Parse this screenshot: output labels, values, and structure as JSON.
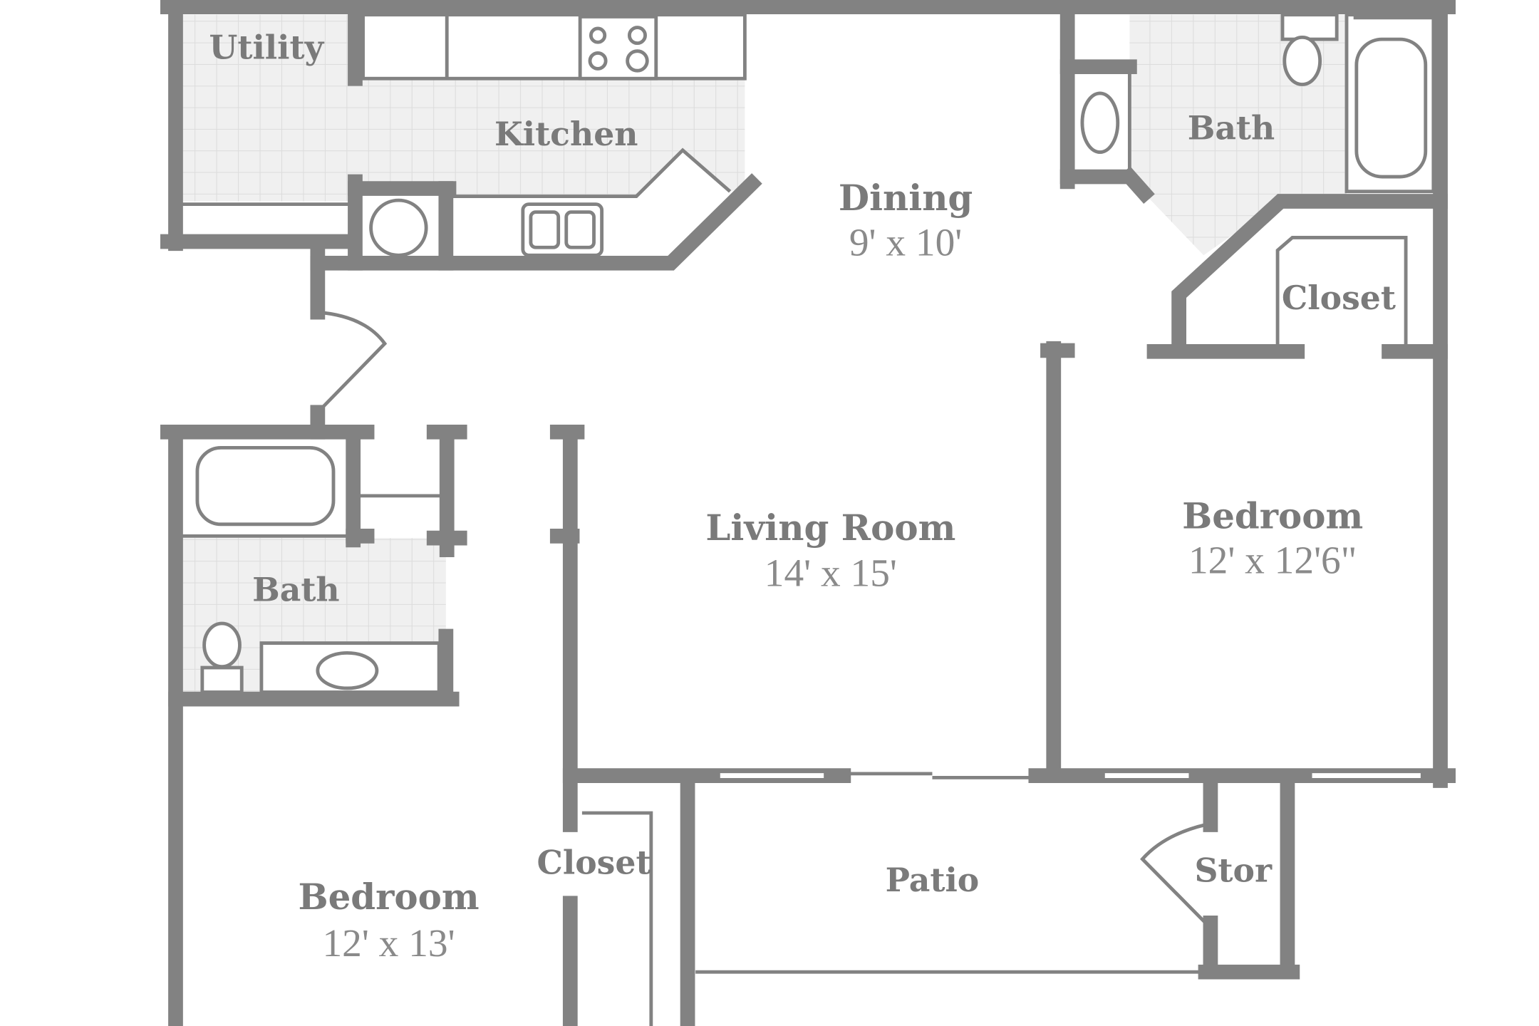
{
  "colors": {
    "wall": "#828282",
    "text": "#7a7a7a",
    "tile": "#f0f0f0"
  },
  "rooms": {
    "utility": {
      "name": "Utility"
    },
    "kitchen": {
      "name": "Kitchen"
    },
    "dining": {
      "name": "Dining",
      "size": "9' x 10'"
    },
    "bath_top": {
      "name": "Bath"
    },
    "closet_top": {
      "name": "Closet"
    },
    "living": {
      "name": "Living Room",
      "size": "14' x 15'"
    },
    "bedroom_right": {
      "name": "Bedroom",
      "size": "12' x 12'6\""
    },
    "bath_left": {
      "name": "Bath"
    },
    "closet_left": {
      "name": "Closet"
    },
    "patio": {
      "name": "Patio"
    },
    "storage": {
      "name": "Stor"
    },
    "bedroom_left": {
      "name": "Bedroom",
      "size": "12' x 13'"
    }
  }
}
